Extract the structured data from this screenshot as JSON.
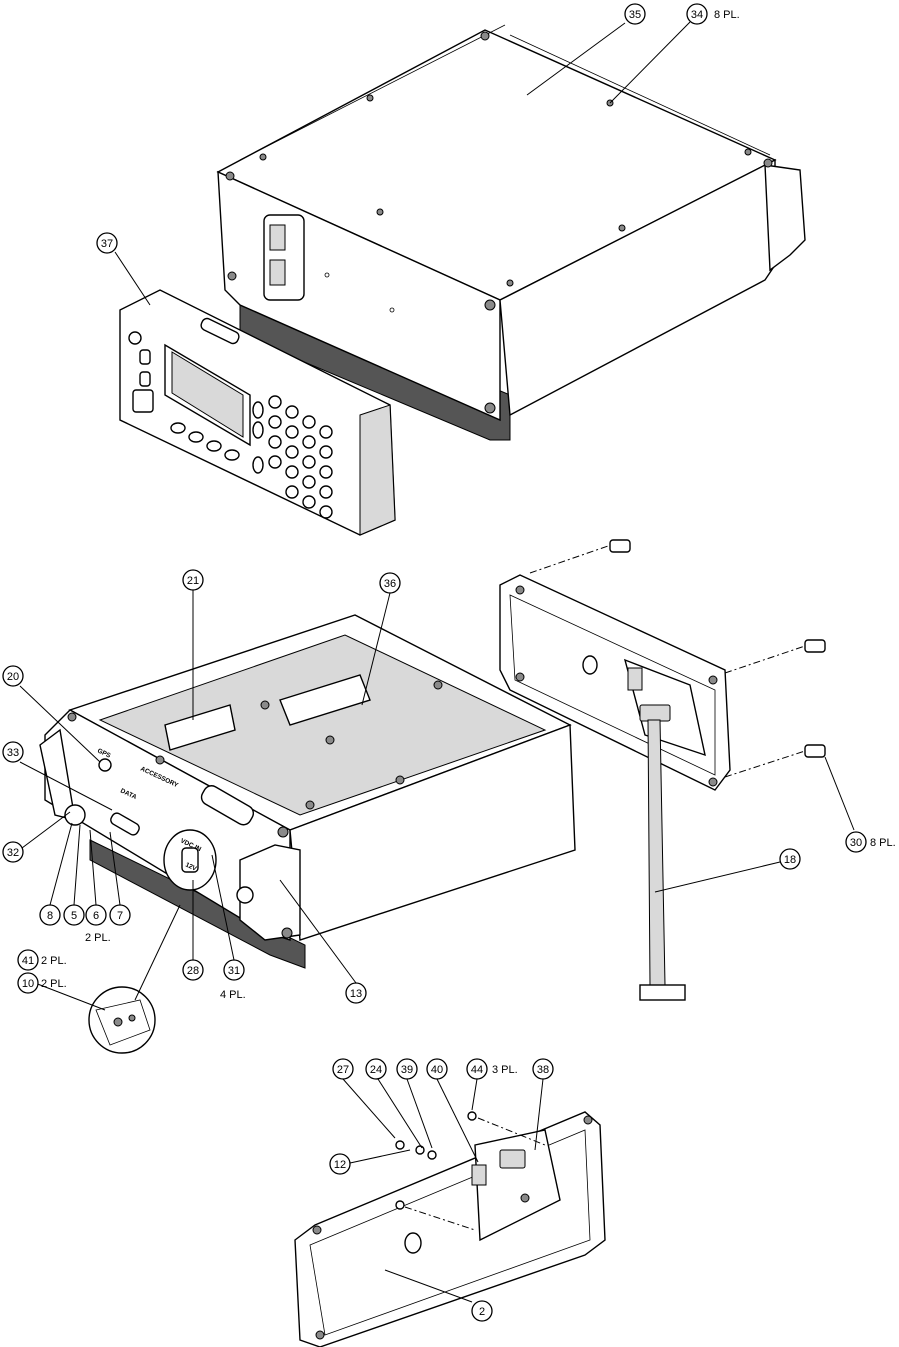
{
  "balloons": {
    "b35": "35",
    "b34": "34",
    "b37": "37",
    "b21": "21",
    "b36": "36",
    "b20": "20",
    "b33": "33",
    "b32": "32",
    "b8": "8",
    "b5": "5",
    "b6": "6",
    "b7": "7",
    "b41": "41",
    "b10": "10",
    "b28": "28",
    "b31": "31",
    "b13": "13",
    "b18": "18",
    "b30": "30",
    "b27": "27",
    "b24": "24",
    "b39": "39",
    "b40": "40",
    "b44": "44",
    "b38": "38",
    "b12": "12",
    "b2": "2"
  },
  "notes": {
    "n34": "8 PL.",
    "n30": "8 PL.",
    "n6": "2 PL.",
    "n41": "2 PL.",
    "n10": "2 PL.",
    "n31": "4 PL.",
    "n44": "3 PL."
  },
  "panel_labels": {
    "gps": "GPS",
    "accessory": "ACCESSORY",
    "data": "DATA",
    "vdc_in": "VDC IN",
    "v12": "12V"
  }
}
